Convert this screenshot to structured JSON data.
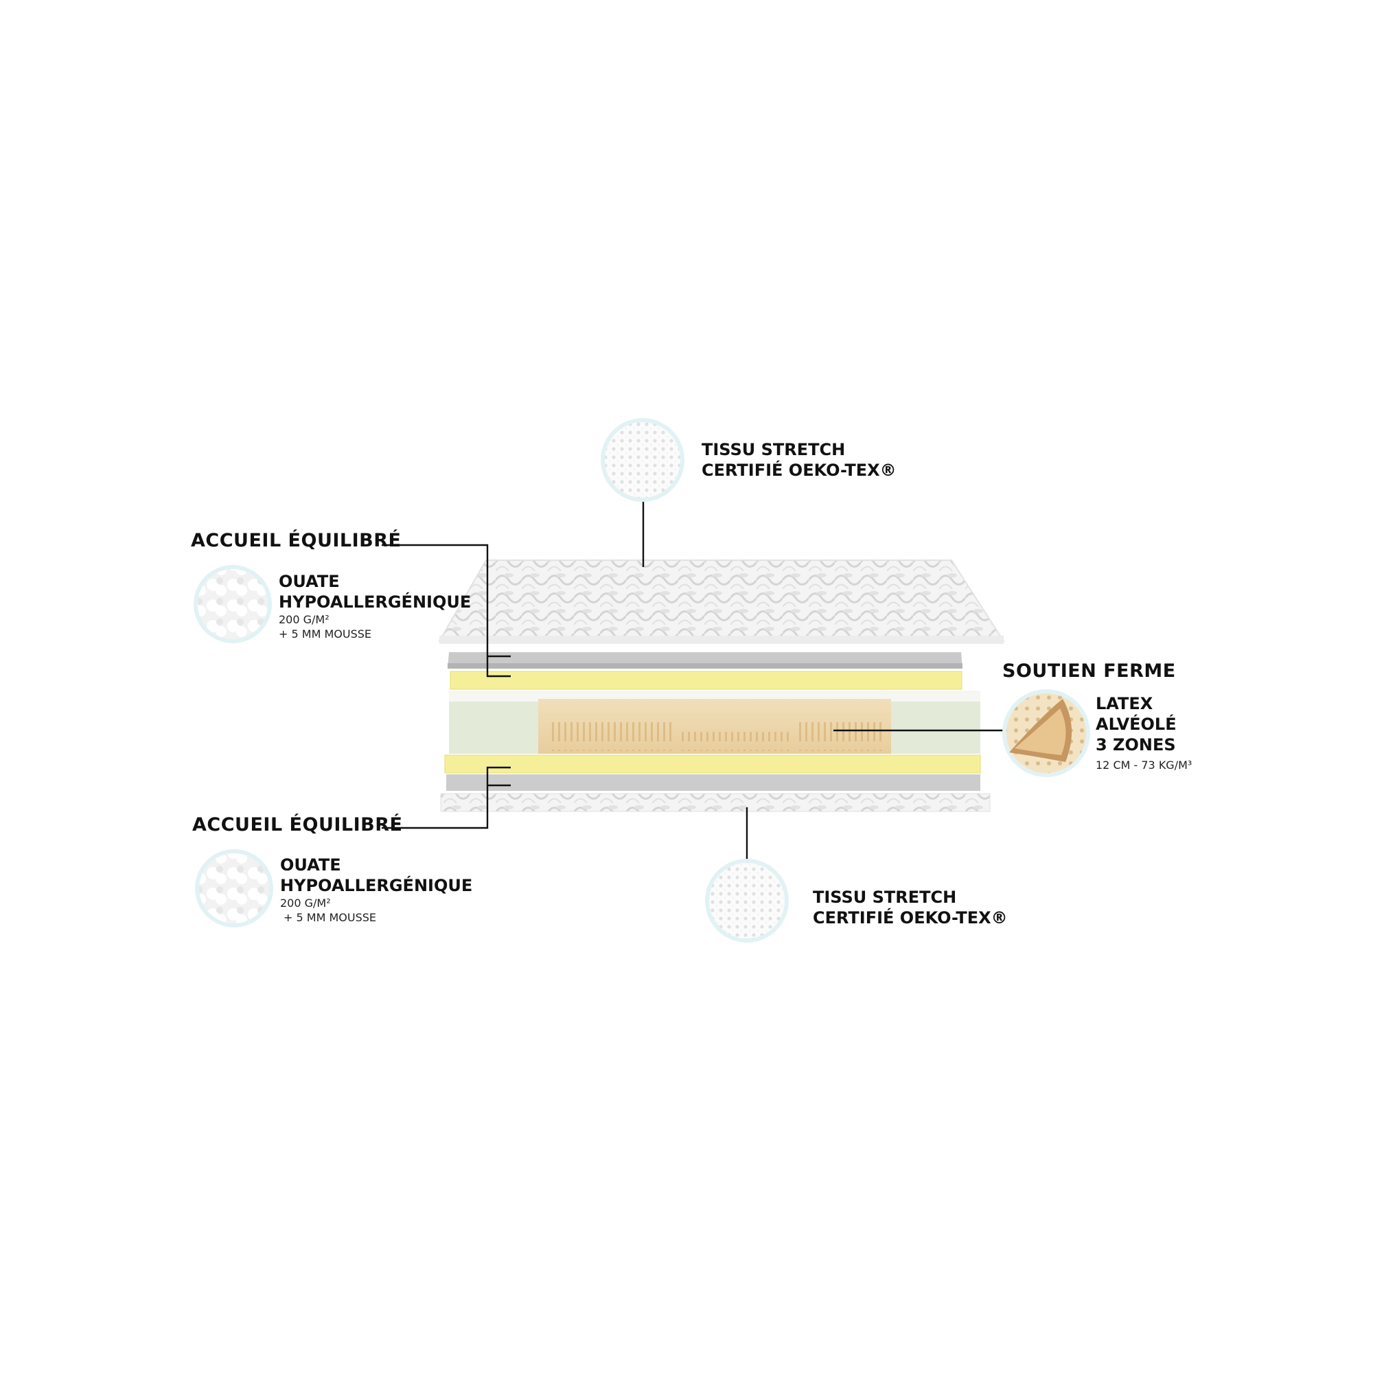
{
  "top_cover": {
    "line1": "TISSU STRETCH",
    "line2": "CERTIFIÉ OEKO-TEX®"
  },
  "bottom_cover": {
    "line1": "TISSU STRETCH",
    "line2": "CERTIFIÉ OEKO-TEX®"
  },
  "top_comfort": {
    "heading": "ACCUEIL ÉQUILIBRÉ",
    "line1": "OUATE",
    "line2": "HYPOALLERGÉNIQUE",
    "detail1": "200 G/M²",
    "detail2": "+ 5 MM MOUSSE"
  },
  "bottom_comfort": {
    "heading": "ACCUEIL ÉQUILIBRÉ",
    "line1": "OUATE",
    "line2": "HYPOALLERGÉNIQUE",
    "detail1": "200 G/M²",
    "detail2": "+ 5 MM MOUSSE"
  },
  "support": {
    "heading": "SOUTIEN FERME",
    "line1": "LATEX",
    "line2": "ALVÉOLÉ",
    "line3": "3 ZONES",
    "detail": "12 CM - 73 KG/M³"
  },
  "colors": {
    "foam_yellow": "#f6ef9a",
    "grey_layer": "#c9c9c9",
    "latex": "#e9d2a6",
    "side_foam": "#e4ead8",
    "circle_ring": "#cfe9ec"
  }
}
